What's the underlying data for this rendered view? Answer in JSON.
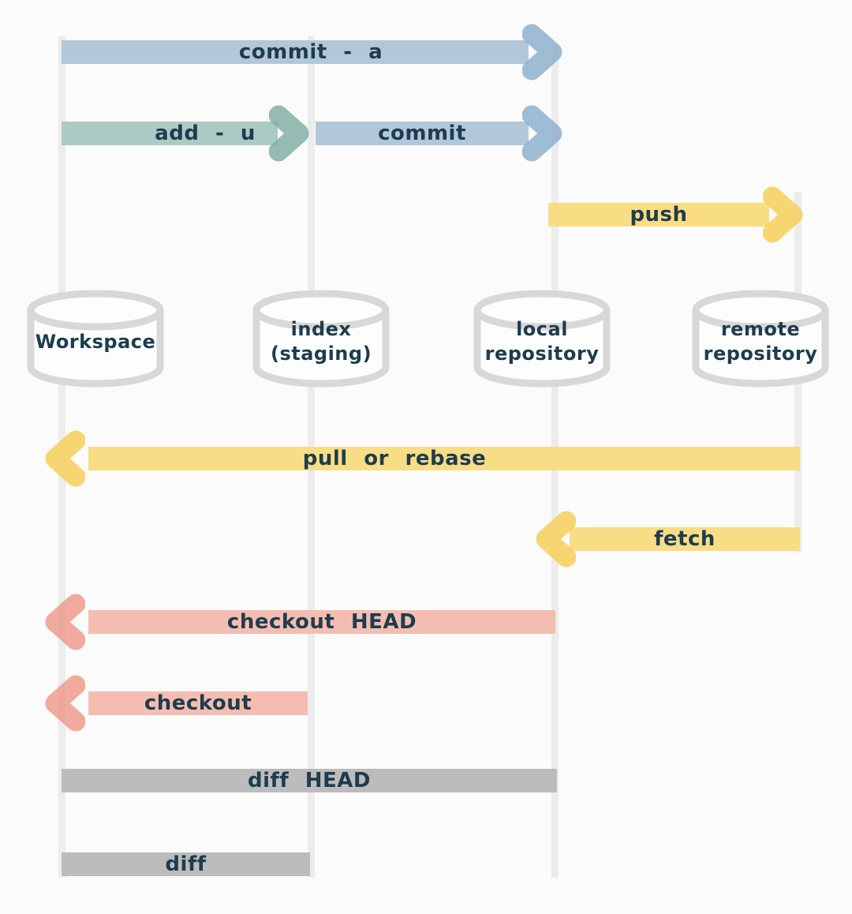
{
  "diagram": {
    "description": "Git commands data flow between workspace, index, local repository and remote repository",
    "nodes": [
      {
        "label_line1": "Workspace",
        "label_line2": ""
      },
      {
        "label_line1": "index",
        "label_line2": "(staging)"
      },
      {
        "label_line1": "local",
        "label_line2": "repository"
      },
      {
        "label_line1": "remote",
        "label_line2": "repository"
      }
    ],
    "arrows": [
      {
        "label": "commit - a",
        "from": "Workspace",
        "to": "local repository",
        "direction": "right",
        "color": "#b3c7da"
      },
      {
        "label": "add - u",
        "from": "Workspace",
        "to": "index (staging)",
        "direction": "right",
        "color": "#adc9c3"
      },
      {
        "label": "commit",
        "from": "index (staging)",
        "to": "local repository",
        "direction": "right",
        "color": "#b3c7da"
      },
      {
        "label": "push",
        "from": "local repository",
        "to": "remote repository",
        "direction": "right",
        "color": "#f8dd85"
      },
      {
        "label": "pull or rebase",
        "from": "remote repository",
        "to": "Workspace",
        "direction": "left",
        "color": "#f8dd85"
      },
      {
        "label": "fetch",
        "from": "remote repository",
        "to": "local repository",
        "direction": "left",
        "color": "#f8dd85"
      },
      {
        "label": "checkout HEAD",
        "from": "local repository",
        "to": "Workspace",
        "direction": "left",
        "color": "#f5bdb1"
      },
      {
        "label": "checkout",
        "from": "index (staging)",
        "to": "Workspace",
        "direction": "left",
        "color": "#f5bdb1"
      },
      {
        "label": "diff HEAD",
        "from": "local repository",
        "to": "Workspace",
        "direction": "none",
        "color": "#bcbcbc"
      },
      {
        "label": "diff",
        "from": "index (staging)",
        "to": "Workspace",
        "direction": "none",
        "color": "#bcbcbc"
      }
    ],
    "colors": {
      "background": "#fbfbfb",
      "lifeline": "#ececec",
      "text": "#1d3c4e",
      "blue_bar": "#b3c7da",
      "blue_arrowhead": "#8cafcd",
      "teal_bar": "#adc9c3",
      "teal_arrowhead": "#7fada4",
      "yellow_bar": "#f8dd85",
      "yellow_arrowhead": "#f7ce55",
      "pink_bar": "#f5bdb1",
      "pink_arrowhead": "#f0998a",
      "gray_bar": "#bcbcbc",
      "cylinder_stroke": "#d8d8d8"
    }
  }
}
